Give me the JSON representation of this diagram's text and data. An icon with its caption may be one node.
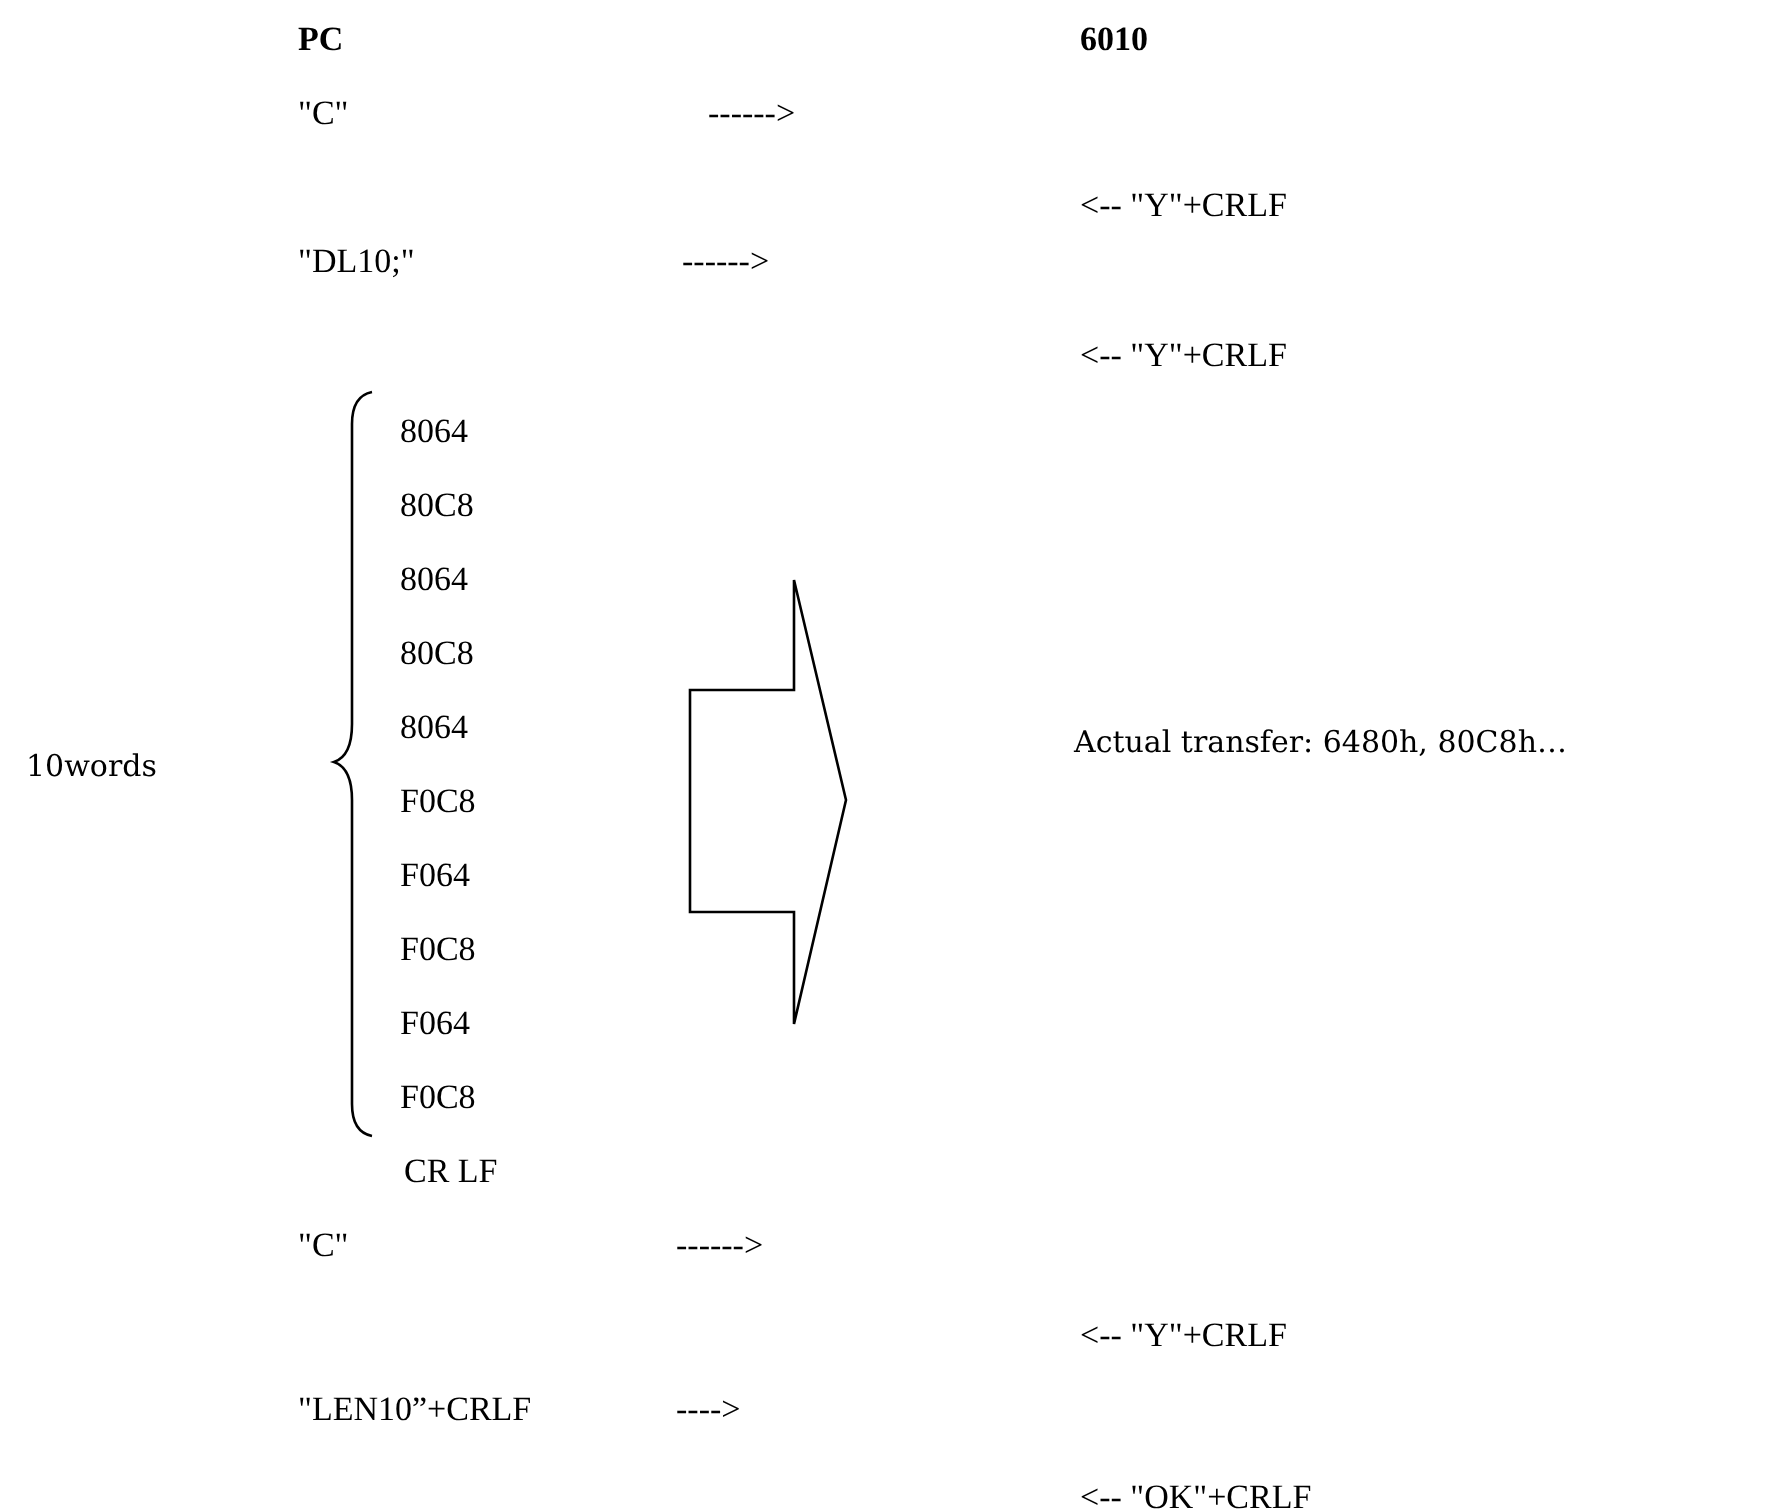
{
  "diagram": {
    "labels": [
      "PC",
      "6010",
      "\"C\"",
      "------>",
      "<-- \"Y\"+CRLF",
      "\"DL10;\"",
      "------>",
      "<-- \"Y\"+CRLF",
      "8064",
      "80C8",
      "8064",
      "80C8",
      "8064",
      "10words",
      "Actual transfer: 6480h, 80C8h…",
      "F0C8",
      "F064",
      "F0C8",
      "F064",
      "F0C8",
      "CR LF",
      "\"C\"",
      "------>",
      "<-- \"Y\"+CRLF",
      "\"LEN10”+CRLF",
      "---->",
      "<-- \"OK\"+CRLF"
    ]
  }
}
